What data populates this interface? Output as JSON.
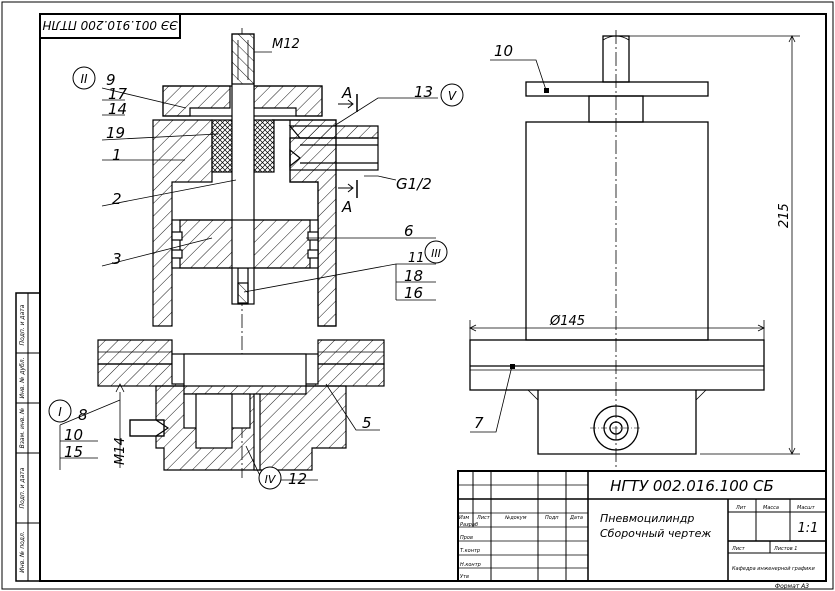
{
  "stamp_code": "ЭЭ 001.910.200 ПТЛН",
  "dimensions": {
    "thread_m12": "M12",
    "thread_m14": "M14",
    "thread_g12": "G1/2",
    "diameter": "Ø145",
    "height": "215"
  },
  "section_marks": {
    "a_top": "A",
    "a_bottom": "A"
  },
  "balloons": {
    "b_II": "II",
    "b_V": "V",
    "b_III": "III",
    "b_I": "I",
    "b_IV": "IV"
  },
  "positions": {
    "p9": "9",
    "p17": "17",
    "p14": "14",
    "p19": "19",
    "p1": "1",
    "p2": "2",
    "p3": "3",
    "p13": "13",
    "p6": "6",
    "p11": "11",
    "p18": "18",
    "p16": "16",
    "p8": "8",
    "p10": "10",
    "p15": "15",
    "p5": "5",
    "p12": "12",
    "p7": "7",
    "p10_right": "10"
  },
  "side_strip": [
    "Подп. и дата",
    "Инв. № дубл.",
    "Взам. инв. №",
    "Подп. и дата",
    "Инв. № подл."
  ],
  "title_block": {
    "designation": "НГТУ 002.016.100 СБ",
    "name_line1": "Пневмоцилиндр",
    "name_line2": "Сборочный чертеж",
    "col_izm": "Изм",
    "col_list": "Лист",
    "col_doc": "№докум",
    "col_sign": "Подп",
    "col_date": "Дата",
    "row_razrab": "Разраб",
    "row_prov": "Пров",
    "row_tkontr": "Т.контр",
    "row_nkontr": "Н.контр",
    "row_utv": "Утв",
    "lit": "Лит",
    "mass": "Масса",
    "scale": "Масшт",
    "scale_value": "1:1",
    "sheet_label": "Лист",
    "sheets_label": "Листов 1",
    "dept": "Кафедра инженерной графики",
    "format": "Формат А3"
  },
  "colors": {
    "line": "#000000",
    "paper": "#ffffff"
  }
}
